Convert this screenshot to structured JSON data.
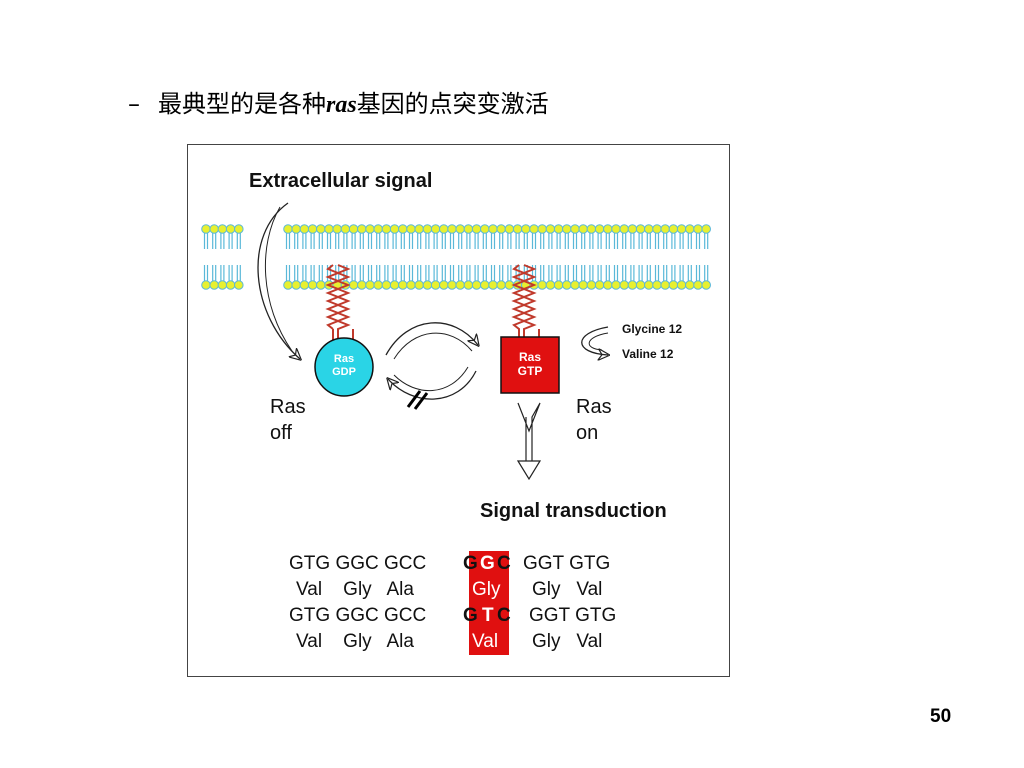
{
  "slide": {
    "bullet_dash": "–",
    "bullet_pre": "最典型的是各种",
    "bullet_em": "ras",
    "bullet_post": "基因的点突变激活",
    "page_number": "50"
  },
  "figure": {
    "title": "Extracellular  signal",
    "ras_gdp": {
      "line1": "Ras",
      "line2": "GDP",
      "color": "#2ad4e6"
    },
    "ras_gtp": {
      "line1": "Ras",
      "line2": "GTP",
      "color": "#e01010"
    },
    "ras_off": {
      "line1": "Ras",
      "line2": "off"
    },
    "ras_on": {
      "line1": "Ras",
      "line2": "on"
    },
    "mutation": {
      "from": "Glycine  12",
      "to": "Valine  12"
    },
    "signal_transduction": "Signal  transduction",
    "membrane_head_color": "#e8f030",
    "membrane_tail_color": "#5ab8d8",
    "spring_color": "#c0392b",
    "highlight_color": "#e01010",
    "sequence": {
      "row1": {
        "pre": "GTG GGC GCC",
        "b1": "G",
        "b2": "G",
        "b3": "C",
        "post": "GGT GTG"
      },
      "row2": {
        "pre": "Val    Gly   Ala",
        "hl": "Gly",
        "post": "Gly   Val"
      },
      "row3": {
        "pre": "GTG GGC GCC",
        "b1": "G",
        "b2": "T",
        "b3": "C",
        "post": "GGT GTG"
      },
      "row4": {
        "pre": "Val    Gly   Ala",
        "hl": "Val",
        "post": "Gly   Val"
      }
    }
  }
}
